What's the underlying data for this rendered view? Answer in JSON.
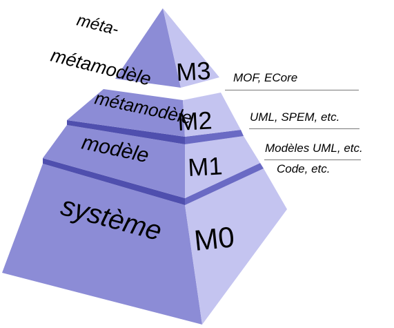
{
  "levels": [
    {
      "code": "M3",
      "name_line1": "méta-",
      "name_line2": "métamodèle"
    },
    {
      "code": "M2",
      "name": "métamodèle"
    },
    {
      "code": "M1",
      "name": "modèle"
    },
    {
      "code": "M0",
      "name": "système"
    }
  ],
  "annotations": {
    "m3": "MOF, ECore",
    "m2": "UML, SPEM, etc.",
    "m1_a": "Modèles UML, etc.",
    "m1_b": "Code, etc."
  },
  "colors": {
    "front": "#8c8cd6",
    "side": "#c4c4f0",
    "band": "#4f4fae"
  }
}
